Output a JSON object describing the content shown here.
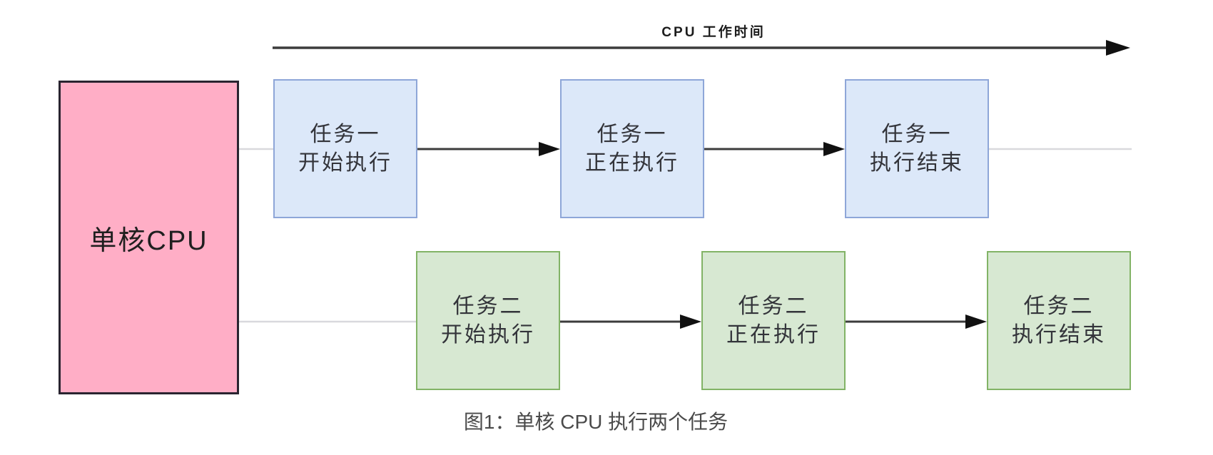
{
  "timeline": {
    "label": "CPU 工作时间"
  },
  "cpu": {
    "label": "单核CPU"
  },
  "task1": {
    "steps": [
      {
        "line1": "任务一",
        "line2": "开始执行"
      },
      {
        "line1": "任务一",
        "line2": "正在执行"
      },
      {
        "line1": "任务一",
        "line2": "执行结束"
      }
    ]
  },
  "task2": {
    "steps": [
      {
        "line1": "任务二",
        "line2": "开始执行"
      },
      {
        "line1": "任务二",
        "line2": "正在执行"
      },
      {
        "line1": "任务二",
        "line2": "执行结束"
      }
    ]
  },
  "caption": "图1：单核 CPU 执行两个任务",
  "colors": {
    "cpu_fill": "#ffaec6",
    "cpu_border": "#2a2430",
    "task1_fill": "#dce8f9",
    "task1_border": "#8ea6d8",
    "task2_fill": "#d7e8d2",
    "task2_border": "#82b366",
    "arrow_dark": "#3c3c3c",
    "arrowhead": "#111111",
    "connector_gray": "#d9d9dd",
    "box_text": "#33343a",
    "caption_text": "#4a4a4a"
  }
}
